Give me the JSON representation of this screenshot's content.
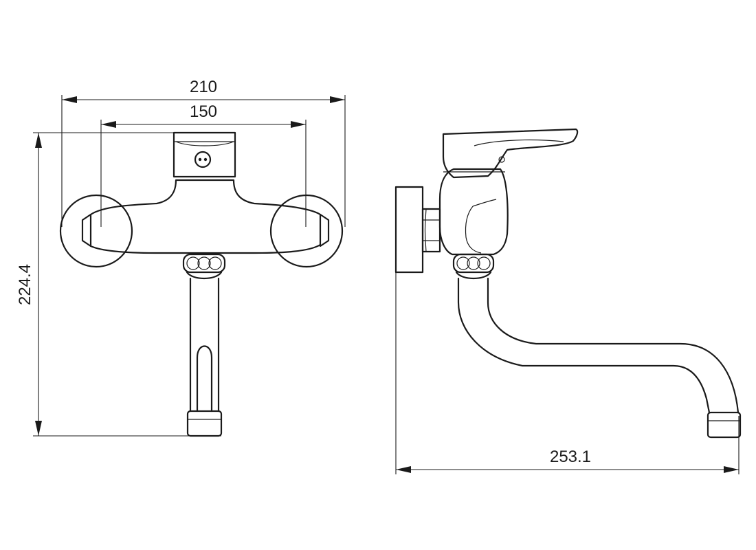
{
  "dimensions": {
    "overall_width": "210",
    "connection_spacing": "150",
    "overall_height": "224.4",
    "spout_reach": "253.1"
  },
  "views": {
    "front": "front-view",
    "side": "side-view"
  }
}
